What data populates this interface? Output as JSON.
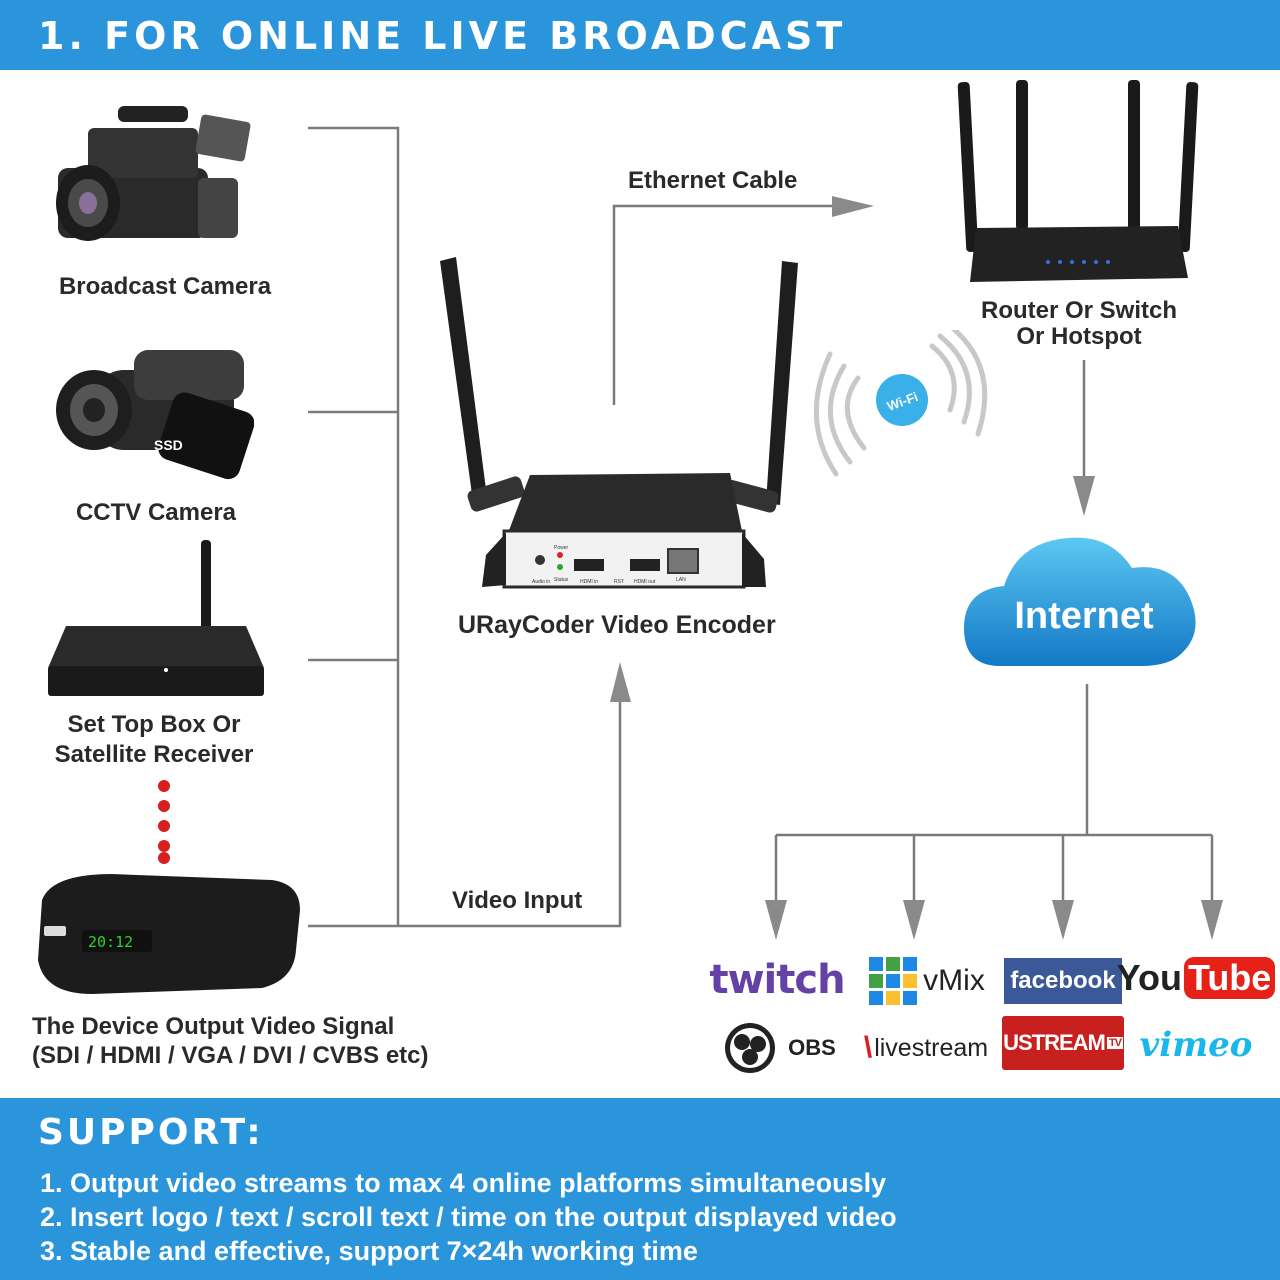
{
  "header": {
    "title": "1. FOR ONLINE LIVE BROADCAST"
  },
  "sources": {
    "broadcast_camera": "Broadcast Camera",
    "cctv_camera": "CCTV Camera",
    "set_top_box_line1": "Set Top Box Or",
    "set_top_box_line2": "Satellite Receiver",
    "device_line1": "The Device Output Video Signal",
    "device_line2": "(SDI / HDMI / VGA / DVI / CVBS etc)",
    "stb_display": "20:12"
  },
  "connections": {
    "ethernet": "Ethernet Cable",
    "video_input": "Video Input",
    "wifi": "Wi-Fi"
  },
  "encoder": {
    "label": "URayCoder Video Encoder",
    "ports": [
      "Audio in",
      "Power",
      "Status",
      "HDMI in",
      "RST",
      "HDMI out",
      "LAN"
    ]
  },
  "router": {
    "line1": "Router Or Switch",
    "line2": "Or Hotspot"
  },
  "internet": {
    "label": "Internet"
  },
  "platforms": {
    "twitch": "twitch",
    "vmix": "vMix",
    "facebook": "facebook",
    "youtube_you": "You",
    "youtube_tube": "Tube",
    "obs": "OBS",
    "livestream": "livestream",
    "ustream": "USTREAM",
    "ustream_tv": "TV",
    "vimeo": "vimeo"
  },
  "support": {
    "title": "SUPPORT:",
    "items": [
      "1. Output video streams to max 4 online platforms simultaneously",
      "2. Insert logo / text / scroll text / time on the output displayed video",
      "3. Stable and effective, support 7×24h working time"
    ]
  },
  "colors": {
    "banner": "#2b95dc",
    "line": "#7a7a7a",
    "dots": "#d81e1e",
    "internet": "#1f9ee0",
    "twitch": "#6441a5",
    "facebook": "#3b5998",
    "youtube": "#e62117",
    "ustream": "#c81f1f",
    "vimeo": "#1ab7ea"
  }
}
